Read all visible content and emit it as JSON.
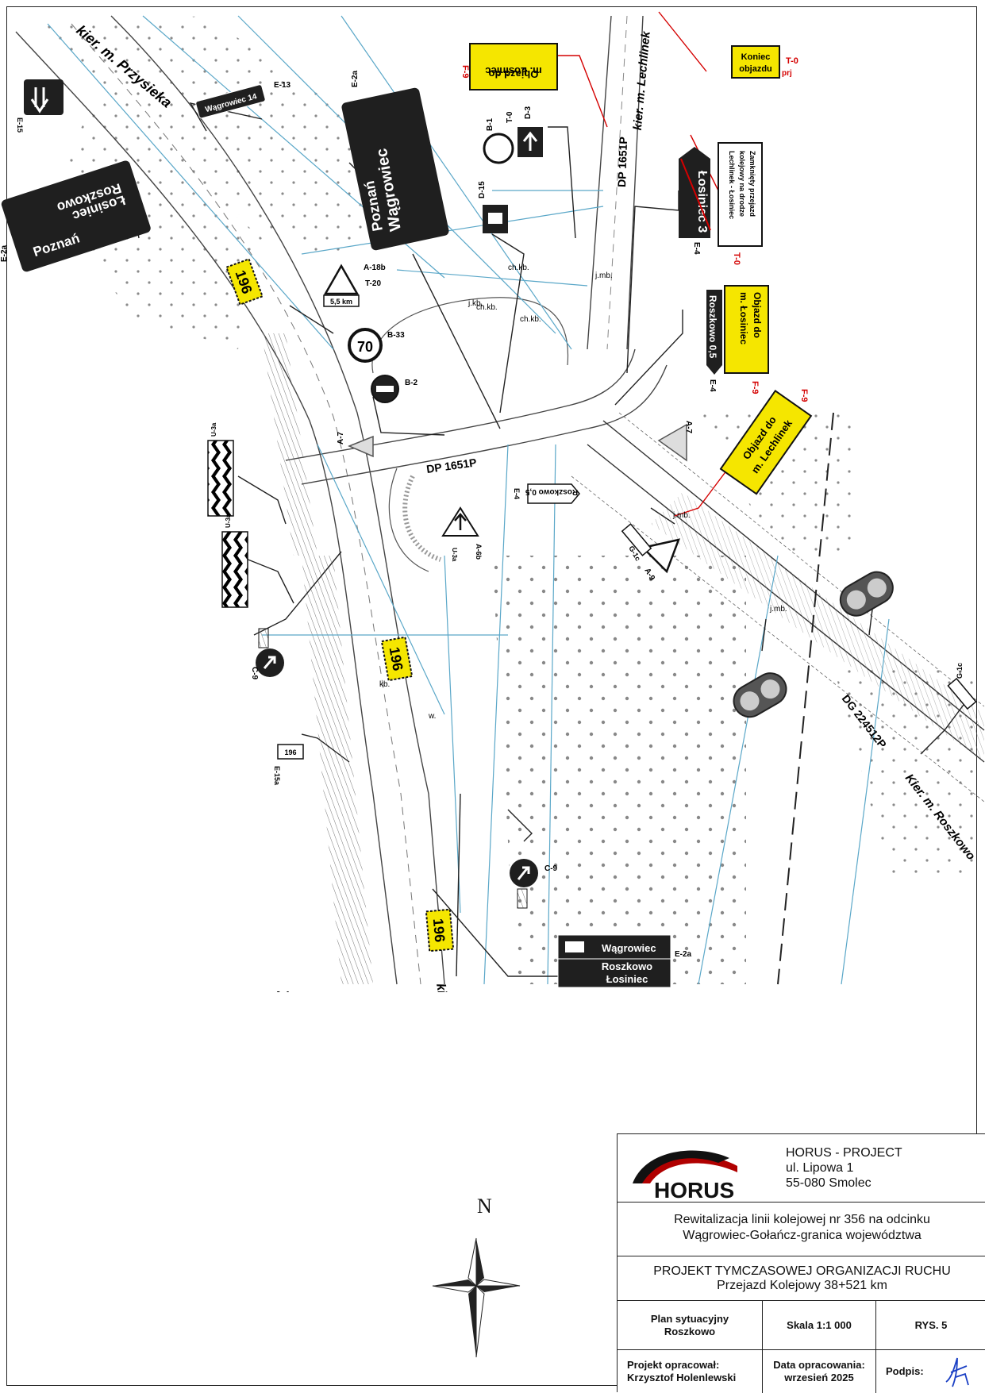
{
  "map": {
    "directions": {
      "przysieka": "kier. m. Przysieka",
      "lechlinek": "kier. m. Lechlinek",
      "skoki": "kier. m. Skoki",
      "roszkowo": "Kier. m. Roszkowo"
    },
    "roads": {
      "dp_north": "DP 1651P",
      "dp_mid": "DP 1651P",
      "dg": "DG 224512P",
      "route_no": "196"
    },
    "signs": {
      "e2a_top_left": {
        "code": "E-2a",
        "extra": "lat",
        "lines": [
          "Roszkowo",
          "Łosiniec",
          "Poznań"
        ]
      },
      "e2a_top_mid": {
        "code": "E-2a",
        "extra": "lat",
        "lines": [
          "Wągrowiec",
          "Poznań"
        ]
      },
      "e13": {
        "code": "E-13",
        "extra": "lat",
        "text": "Wągrowiec 14"
      },
      "e15": {
        "code": "E-15",
        "extra": "lat"
      },
      "f9_top": {
        "code": "F-9",
        "extra": "prj",
        "lines": [
          "Objazd do",
          "m. Łosiniec"
        ]
      },
      "t0_top": {
        "code": "T-0",
        "extra": "prj",
        "lines": [
          "Koniec",
          "objazdu"
        ]
      },
      "b1": {
        "code": "B-1",
        "extra": "lat"
      },
      "t0_b": {
        "code": "T-0",
        "extra": "prj"
      },
      "d3": {
        "code": "D-3",
        "extra": "lat"
      },
      "d15": {
        "code": "D-15",
        "extra": "lat"
      },
      "e4_closed": {
        "code": "E-4",
        "extra": "zast",
        "text": "Łosiniec 3",
        "lines": [
          "Zamknięty przejazd",
          "kolejowy na drodze",
          "Lechlinek - Łosiniec"
        ],
        "t0": "T-0",
        "t0_extra": "prj"
      },
      "f9_right": {
        "code": "F-9",
        "extra": "prj",
        "lines": [
          "Objazd do",
          "m. Łosiniec"
        ]
      },
      "e4_roszkowo": {
        "code": "E-4",
        "extra": "lat",
        "text": "Roszkowo 0,5"
      },
      "a18b": {
        "code": "A-18b",
        "extra": "lat",
        "plate_code": "T-20",
        "plate": "5,5 km"
      },
      "b33": {
        "code": "B-33",
        "extra": "lat",
        "value": "70"
      },
      "b2": {
        "code": "B-2",
        "extra": "lat"
      },
      "a7_left": {
        "code": "A-7",
        "extra": "lat"
      },
      "a7_right": {
        "code": "A-7",
        "extra": "lat"
      },
      "f9_lech": {
        "code": "F-9",
        "extra": "prj",
        "lines": [
          "Objazd do",
          "m. Lechlinek"
        ]
      },
      "e4_mid": {
        "code": "E-4",
        "extra": "lat",
        "text": "Roszkowo 0,5"
      },
      "a9": {
        "code": "A-9",
        "extra": "lat"
      },
      "g1c_a": {
        "code": "G-1c",
        "extra": "lat"
      },
      "g1c_b": {
        "code": "G-1c",
        "extra": "lat"
      },
      "u3a_left_top": {
        "code": "U-3a",
        "extra": "lat"
      },
      "u3a_left_bottom": {
        "code": "U-3a",
        "extra": "lat"
      },
      "a6b": {
        "code": "A-6b",
        "extra": "lat"
      },
      "c9_left": {
        "code": "C-9",
        "extra": "lat"
      },
      "c9_bottom": {
        "code": "C-9",
        "extra": "lat"
      },
      "e15a": {
        "code": "E-15a",
        "extra": "lat"
      },
      "e2a_bottom": {
        "code": "E-2a",
        "extra": "lat",
        "lines": [
          "Wągrowiec",
          "Roszkowo",
          "Łosiniec"
        ]
      }
    },
    "labels": {
      "ch_kb_1": "ch.kb.",
      "ch_kb_2": "ch.kb.",
      "ch_kb_3": "ch.kb.",
      "j_kb": "j.kb.",
      "j_mb_1": "j.mb.",
      "j_mb_2": "j.mb.",
      "j_mb_3": "j.mb.",
      "kb": "kb.",
      "w": "w."
    }
  },
  "north_arrow": "N",
  "titleblock": {
    "company": {
      "name": "HORUS - PROJECT",
      "street": "ul. Lipowa 1",
      "city": "55-080 Smolec",
      "logo_text": "HORUS"
    },
    "project_title": [
      "Rewitalizacja linii kolejowej nr 356 na odcinku",
      "Wągrowiec-Gołańcz-granica województwa"
    ],
    "drawing_title": "PROJEKT TYMCZASOWEJ ORGANIZACJI RUCHU",
    "drawing_subtitle": "Przejazd Kolejowy 38+521 km",
    "plan_label": [
      "Plan sytuacyjny",
      "Roszkowo"
    ],
    "scale": "Skala 1:1 000",
    "sheet": "RYS. 5",
    "author_label": "Projekt opracował:",
    "author": "Krzysztof Holenlewski",
    "date_label": "Data opracowania:",
    "date": "wrzesień 2025",
    "signature_label": "Podpis:"
  },
  "colors": {
    "sign_black": "#1f1f1f",
    "sign_yellow": "#f5e600",
    "red": "#d40000",
    "cyan_lines": "#5aa7c8"
  }
}
